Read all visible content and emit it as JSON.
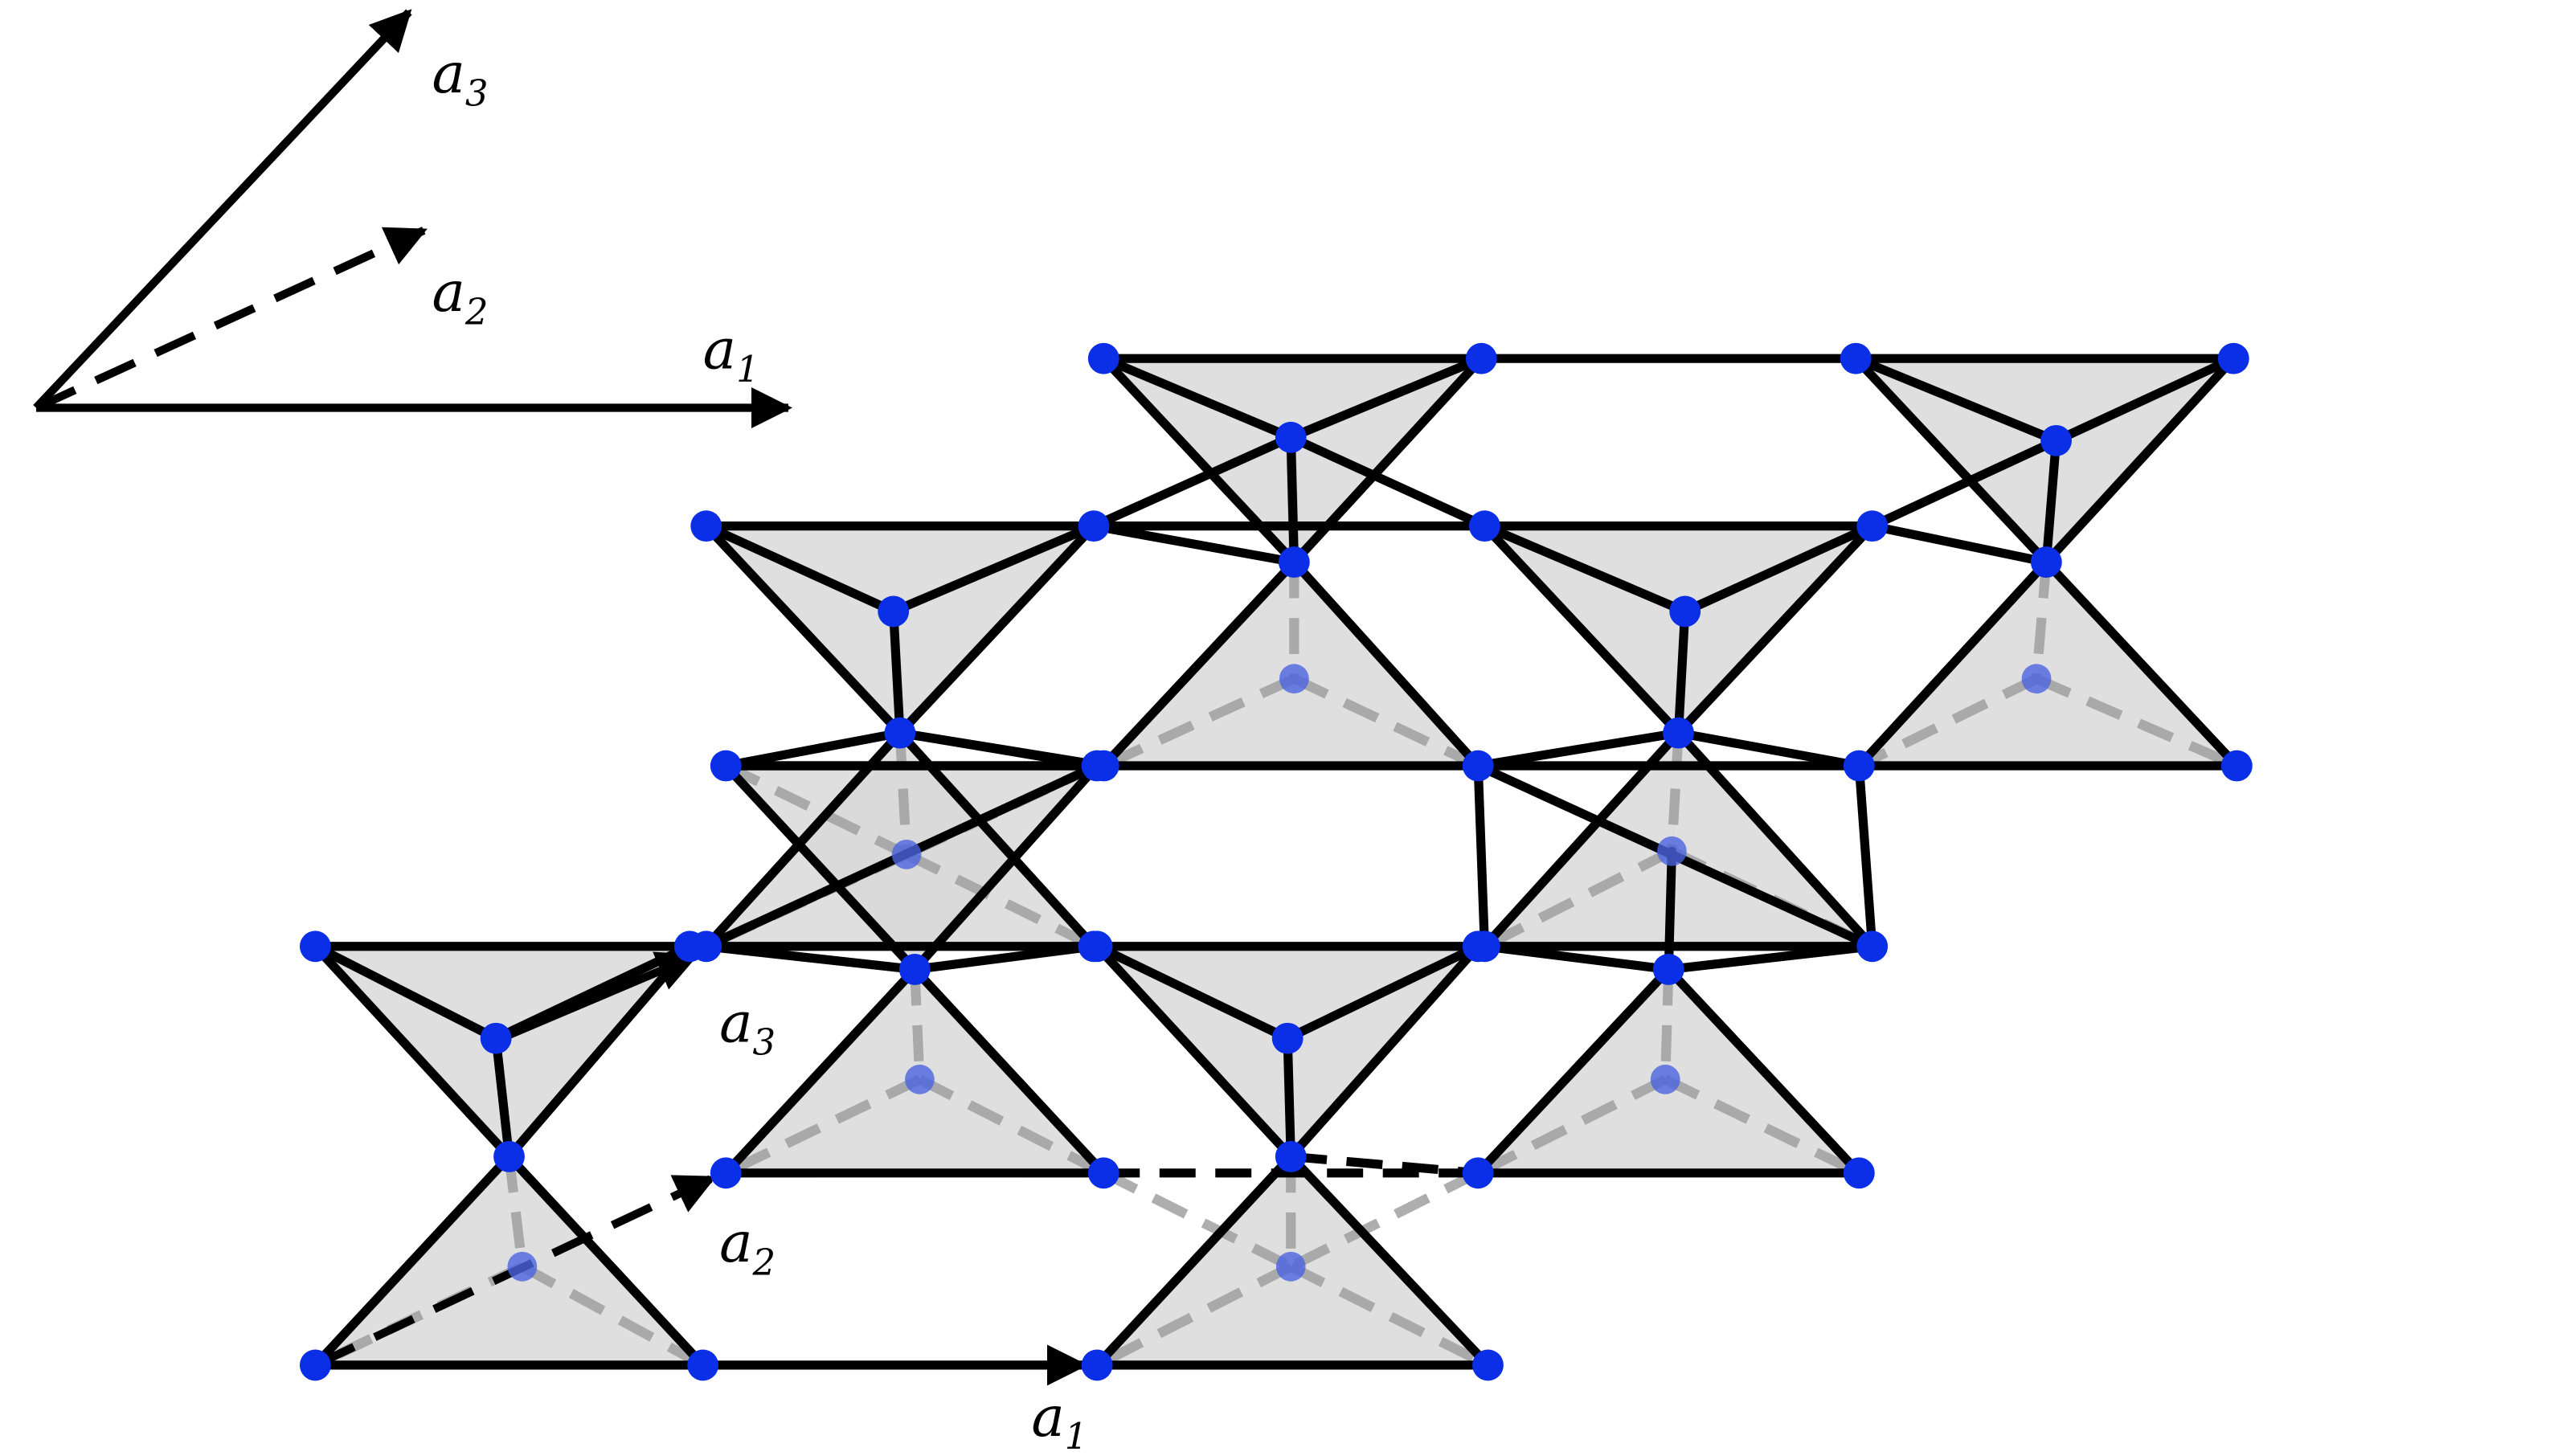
{
  "labels": {
    "legend_a1": {
      "main": "a",
      "sub": "1"
    },
    "legend_a2": {
      "main": "a",
      "sub": "2"
    },
    "legend_a3": {
      "main": "a",
      "sub": "3"
    },
    "lattice_a1": {
      "main": "a",
      "sub": "1"
    },
    "lattice_a2": {
      "main": "a",
      "sub": "2"
    },
    "lattice_a3": {
      "main": "a",
      "sub": "3"
    }
  },
  "colors": {
    "vertex": "#0a2fe6",
    "hidden_vertex": "#4b63e0",
    "edge": "#000000",
    "hidden_edge": "#a0a0a0",
    "face_fill": "#d9d9d9"
  }
}
